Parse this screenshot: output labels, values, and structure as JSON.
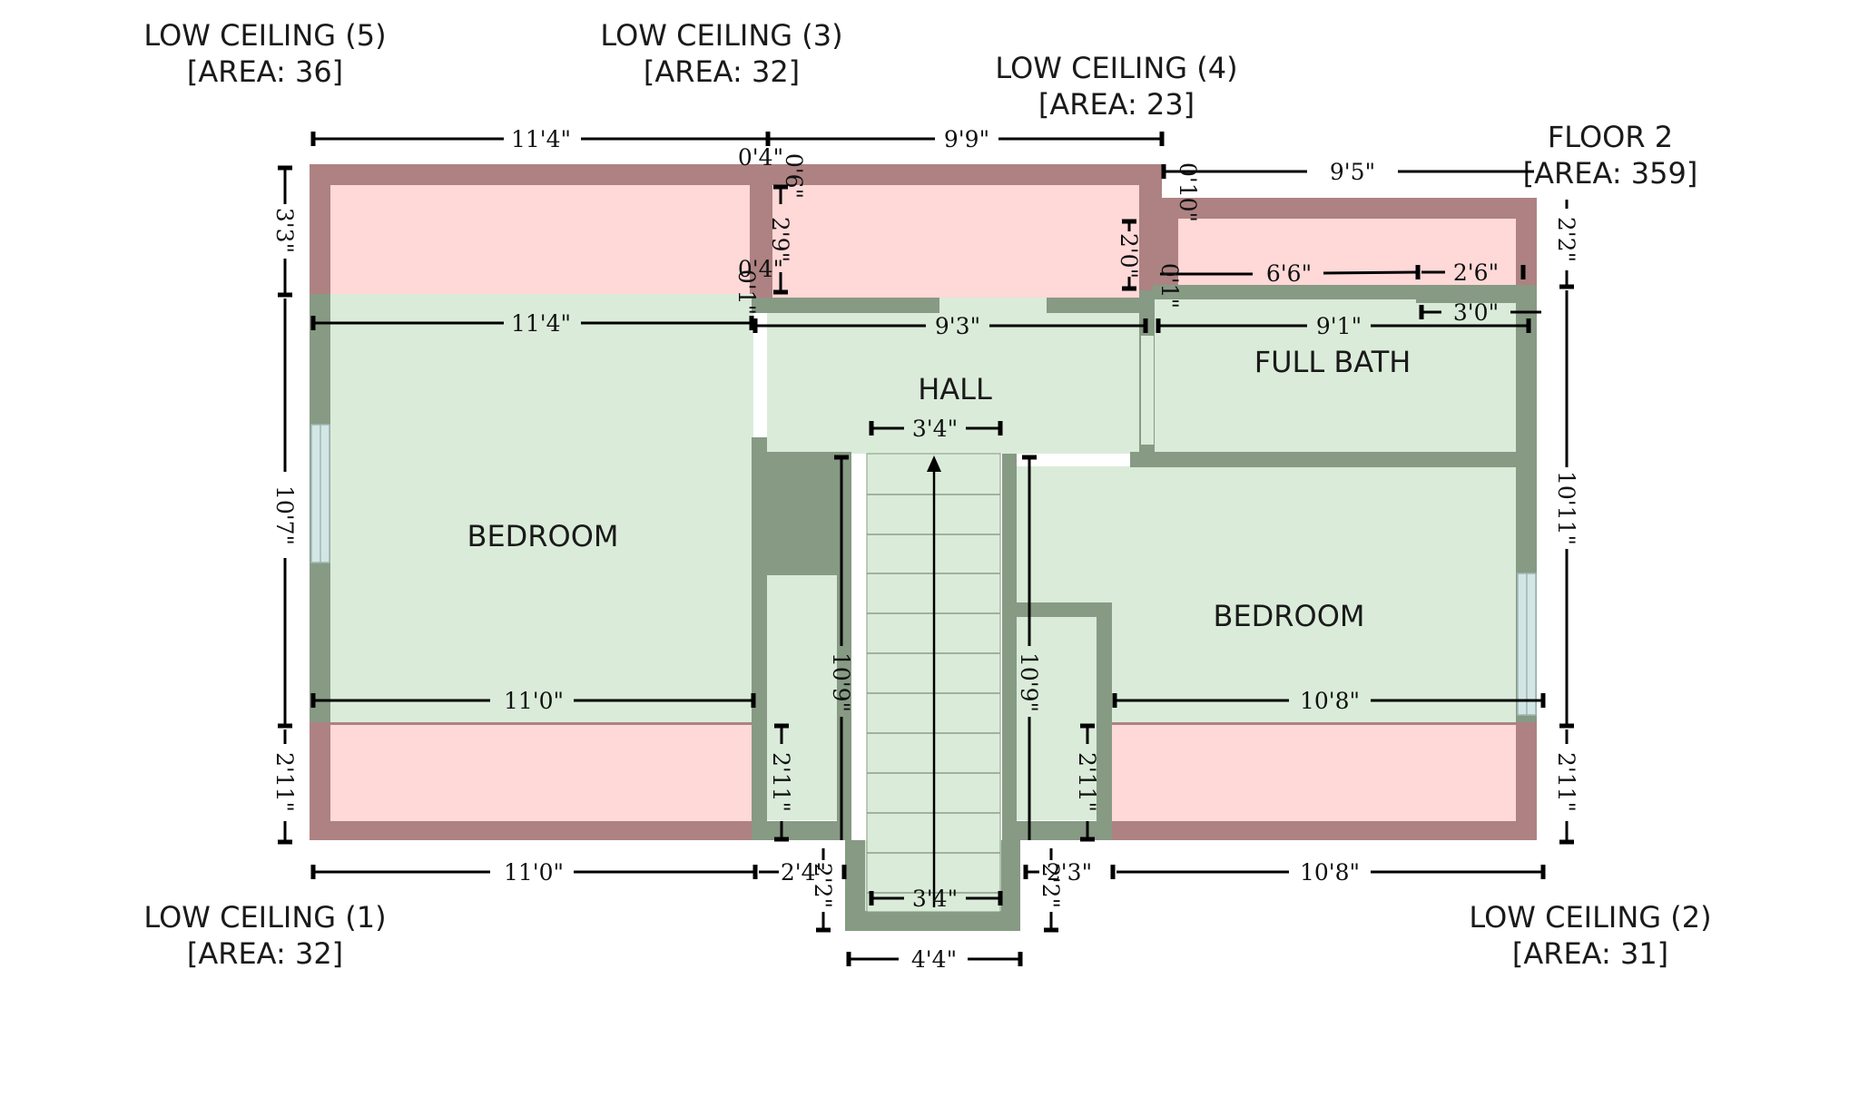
{
  "floor": {
    "title": "FLOOR 2",
    "area": "[AREA: 359]"
  },
  "low_ceilings": [
    {
      "name": "LOW CEILING (5)",
      "area": "[AREA: 36]"
    },
    {
      "name": "LOW CEILING (3)",
      "area": "[AREA: 32]"
    },
    {
      "name": "LOW CEILING (4)",
      "area": "[AREA: 23]"
    },
    {
      "name": "LOW CEILING (1)",
      "area": "[AREA: 32]"
    },
    {
      "name": "LOW CEILING (2)",
      "area": "[AREA: 31]"
    }
  ],
  "rooms": {
    "bedroom_left": "BEDROOM",
    "bedroom_right": "BEDROOM",
    "hall": "HALL",
    "full_bath": "FULL BATH"
  },
  "dimensions": {
    "top_left": "11'4\"",
    "top_mid": "9'9\"",
    "top_right": "9'5\"",
    "inner_left": "11'4\"",
    "inner_hall": "9'3\"",
    "inner_bath": "9'1\"",
    "bath_top_a": "6'6\"",
    "bath_top_b": "2'6\"",
    "bath_small": "3'0\"",
    "stair_top": "3'4\"",
    "stair_bottom": "3'4\"",
    "stair_len_left": "10'9\"",
    "stair_len_right": "10'9\"",
    "left_bottom_inner": "11'0\"",
    "right_bottom_inner": "10'8\"",
    "bottom_left": "11'0\"",
    "bottom_mid_left": "2'4\"",
    "bottom_mid_right": "2'3\"",
    "bottom_right": "10'8\"",
    "stair_outer": "4'4\"",
    "left_top": "3'3\"",
    "left_mid": "10'7\"",
    "left_bottom": "2'11\"",
    "right_top": "2'2\"",
    "right_mid": "10'11\"",
    "right_bottom": "2'11\"",
    "closet_left": "2'11\"",
    "closet_right": "2'11\"",
    "hall_left": "2'9\"",
    "hall_right": "2'0\"",
    "small_04": "0'4\"",
    "small_06": "0'6\"",
    "small_04b": "0'4\"",
    "small_01": "0'1\"",
    "small_010": "0'10\"",
    "small_01b": "0'1\"",
    "stair_side_left": "2'2\"",
    "stair_side_right": "2'2\""
  },
  "colors": {
    "room_fill": "#daecd9",
    "wall": "#879a84",
    "low_ceiling_fill": "#ffd8d8",
    "low_ceiling_wall": "#ae8282",
    "low_ceiling_outline": "#d9534f",
    "window": "#d2e6e6"
  }
}
